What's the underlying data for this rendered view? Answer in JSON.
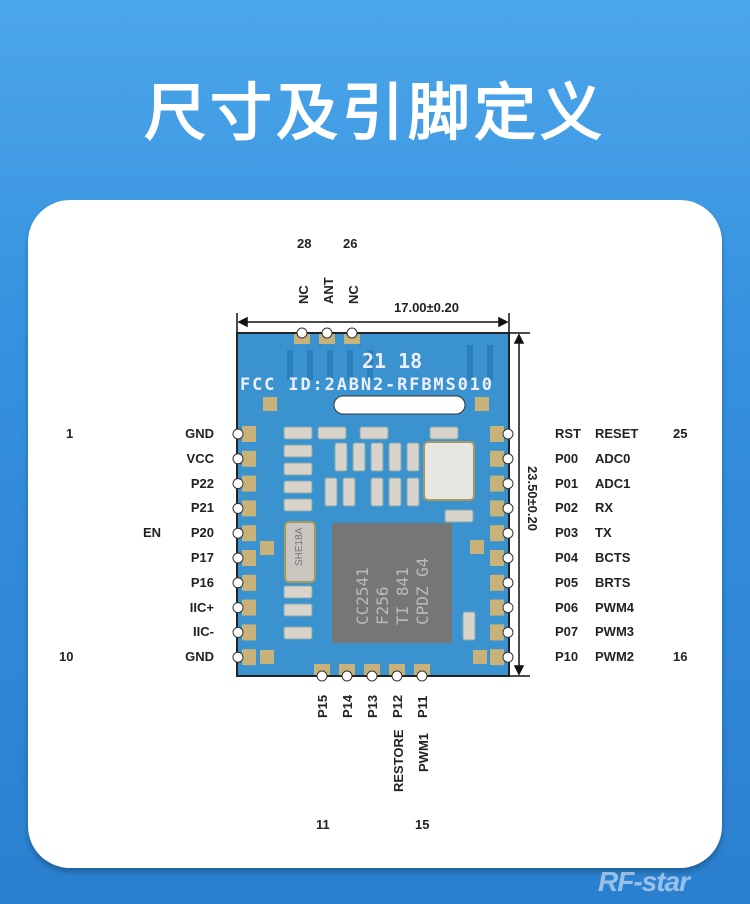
{
  "title": "尺寸及引脚定义",
  "dimensions": {
    "width": "17.00±0.20",
    "height": "23.50±0.20"
  },
  "top_pins": {
    "numbers": [
      "28",
      "26"
    ],
    "labels": [
      "NC",
      "ANT",
      "NC"
    ]
  },
  "left_pins": {
    "names": [
      "GND",
      "VCC",
      "P22",
      "P21",
      "P20",
      "P17",
      "P16",
      "IIC+",
      "IIC-",
      "GND"
    ],
    "first_number": "1",
    "last_number": "10",
    "extra": "EN"
  },
  "right_pins": {
    "names": [
      "RST",
      "P00",
      "P01",
      "P02",
      "P03",
      "P04",
      "P05",
      "P06",
      "P07",
      "P10"
    ],
    "functions": [
      "RESET",
      "ADC0",
      "ADC1",
      "RX",
      "TX",
      "BCTS",
      "BRTS",
      "PWM4",
      "PWM3",
      "PWM2"
    ],
    "first_number": "25",
    "last_number": "16"
  },
  "bottom_pins": {
    "names": [
      "P15",
      "P14",
      "P13",
      "P12",
      "P11"
    ],
    "functions": [
      "RESTORE",
      "PWM1"
    ],
    "first_number": "11",
    "last_number": "15"
  },
  "module_print": {
    "line1": "21  18",
    "fcc": "FCC  ID:2ABN2-RFBMS010",
    "chip": [
      "CC2541",
      "F256",
      "TI  841",
      "CPDZ G4"
    ],
    "crystal": "SHE18A"
  },
  "watermark": "RF-star",
  "colors": {
    "background": "#3590de",
    "pcb": "#2f8fcf",
    "card": "#ffffff"
  }
}
